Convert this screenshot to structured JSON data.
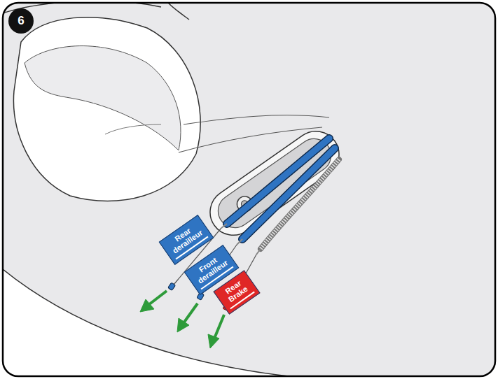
{
  "diagram": {
    "nodes": [
      {
        "text": [
          "6"
        ]
      },
      {
        "text": [
          "Rear derailleur"
        ]
      },
      {
        "text": [
          "Front derailleur"
        ]
      },
      {
        "text": [
          "Rear Brake"
        ]
      }
    ]
  }
}
